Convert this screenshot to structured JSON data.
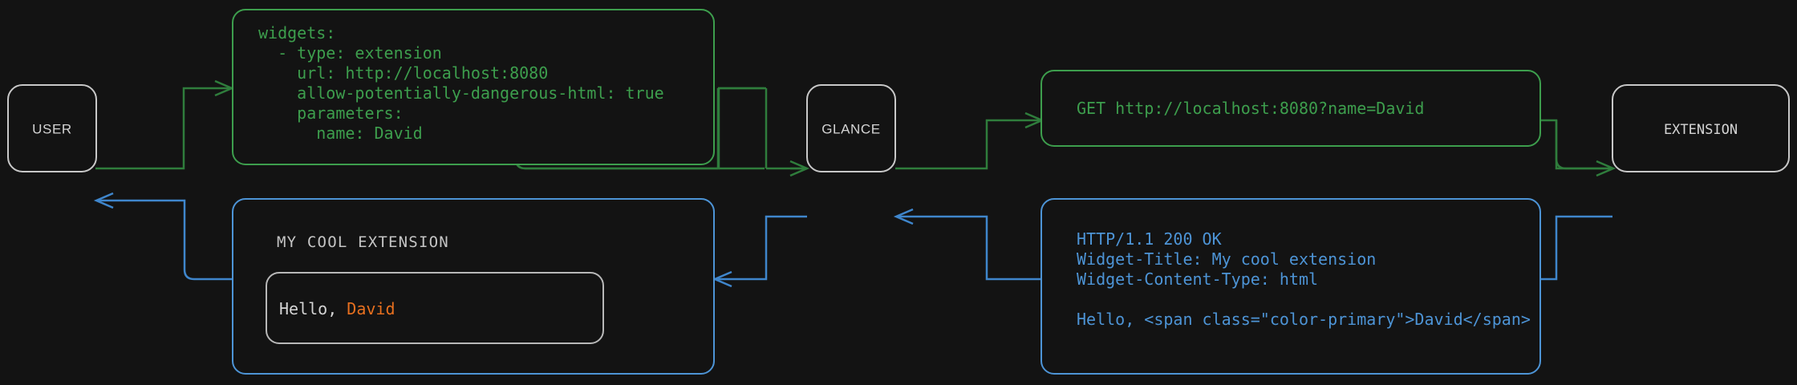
{
  "theme": {
    "background": "#131313",
    "node_border": "#c8c8c8",
    "node_text": "#d4d4d4",
    "request_color": "#3d9e4d",
    "response_color": "#4d94d6",
    "accent_primary": "#e8701f"
  },
  "nodes": {
    "user": {
      "label": "USER"
    },
    "glance": {
      "label": "GLANCE"
    },
    "extension": {
      "label": "EXTENSION"
    }
  },
  "config_card": {
    "lines": [
      "widgets:",
      "  - type: extension",
      "    url: http://localhost:8080",
      "    allow-potentially-dangerous-html: true",
      "    parameters:",
      "      name: David"
    ]
  },
  "request_card": {
    "lines": [
      "GET http://localhost:8080?name=David"
    ]
  },
  "response_card": {
    "lines": [
      "HTTP/1.1 200 OK",
      "Widget-Title: My cool extension",
      "Widget-Content-Type: html",
      "",
      "Hello, <span class=\"color-primary\">David</span>"
    ]
  },
  "widget_card": {
    "title": "MY COOL EXTENSION",
    "body_prefix": "Hello, ",
    "body_accent": "David"
  }
}
